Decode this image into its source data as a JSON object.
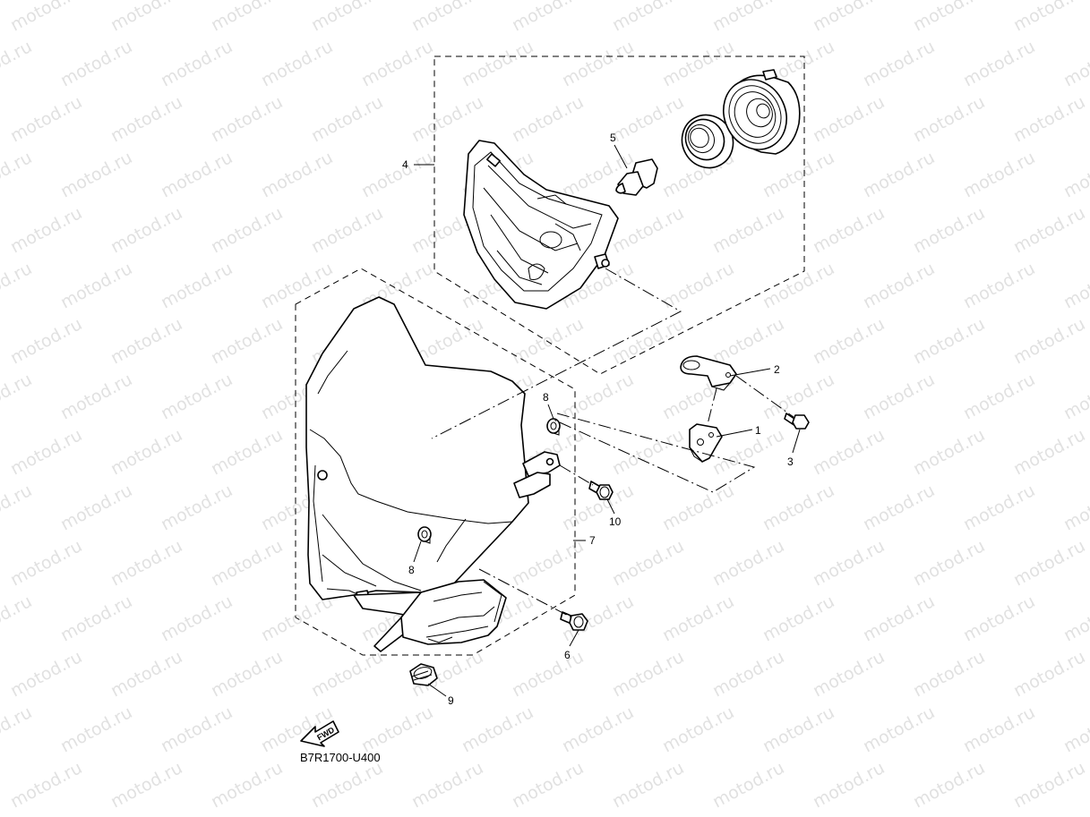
{
  "watermark": {
    "text": "motod.ru"
  },
  "callouts": [
    "1",
    "2",
    "3",
    "4",
    "5",
    "6",
    "7",
    "8",
    "8",
    "9",
    "10"
  ],
  "fwd_label": "FWD",
  "diagram_code": "B7R1700-U400"
}
